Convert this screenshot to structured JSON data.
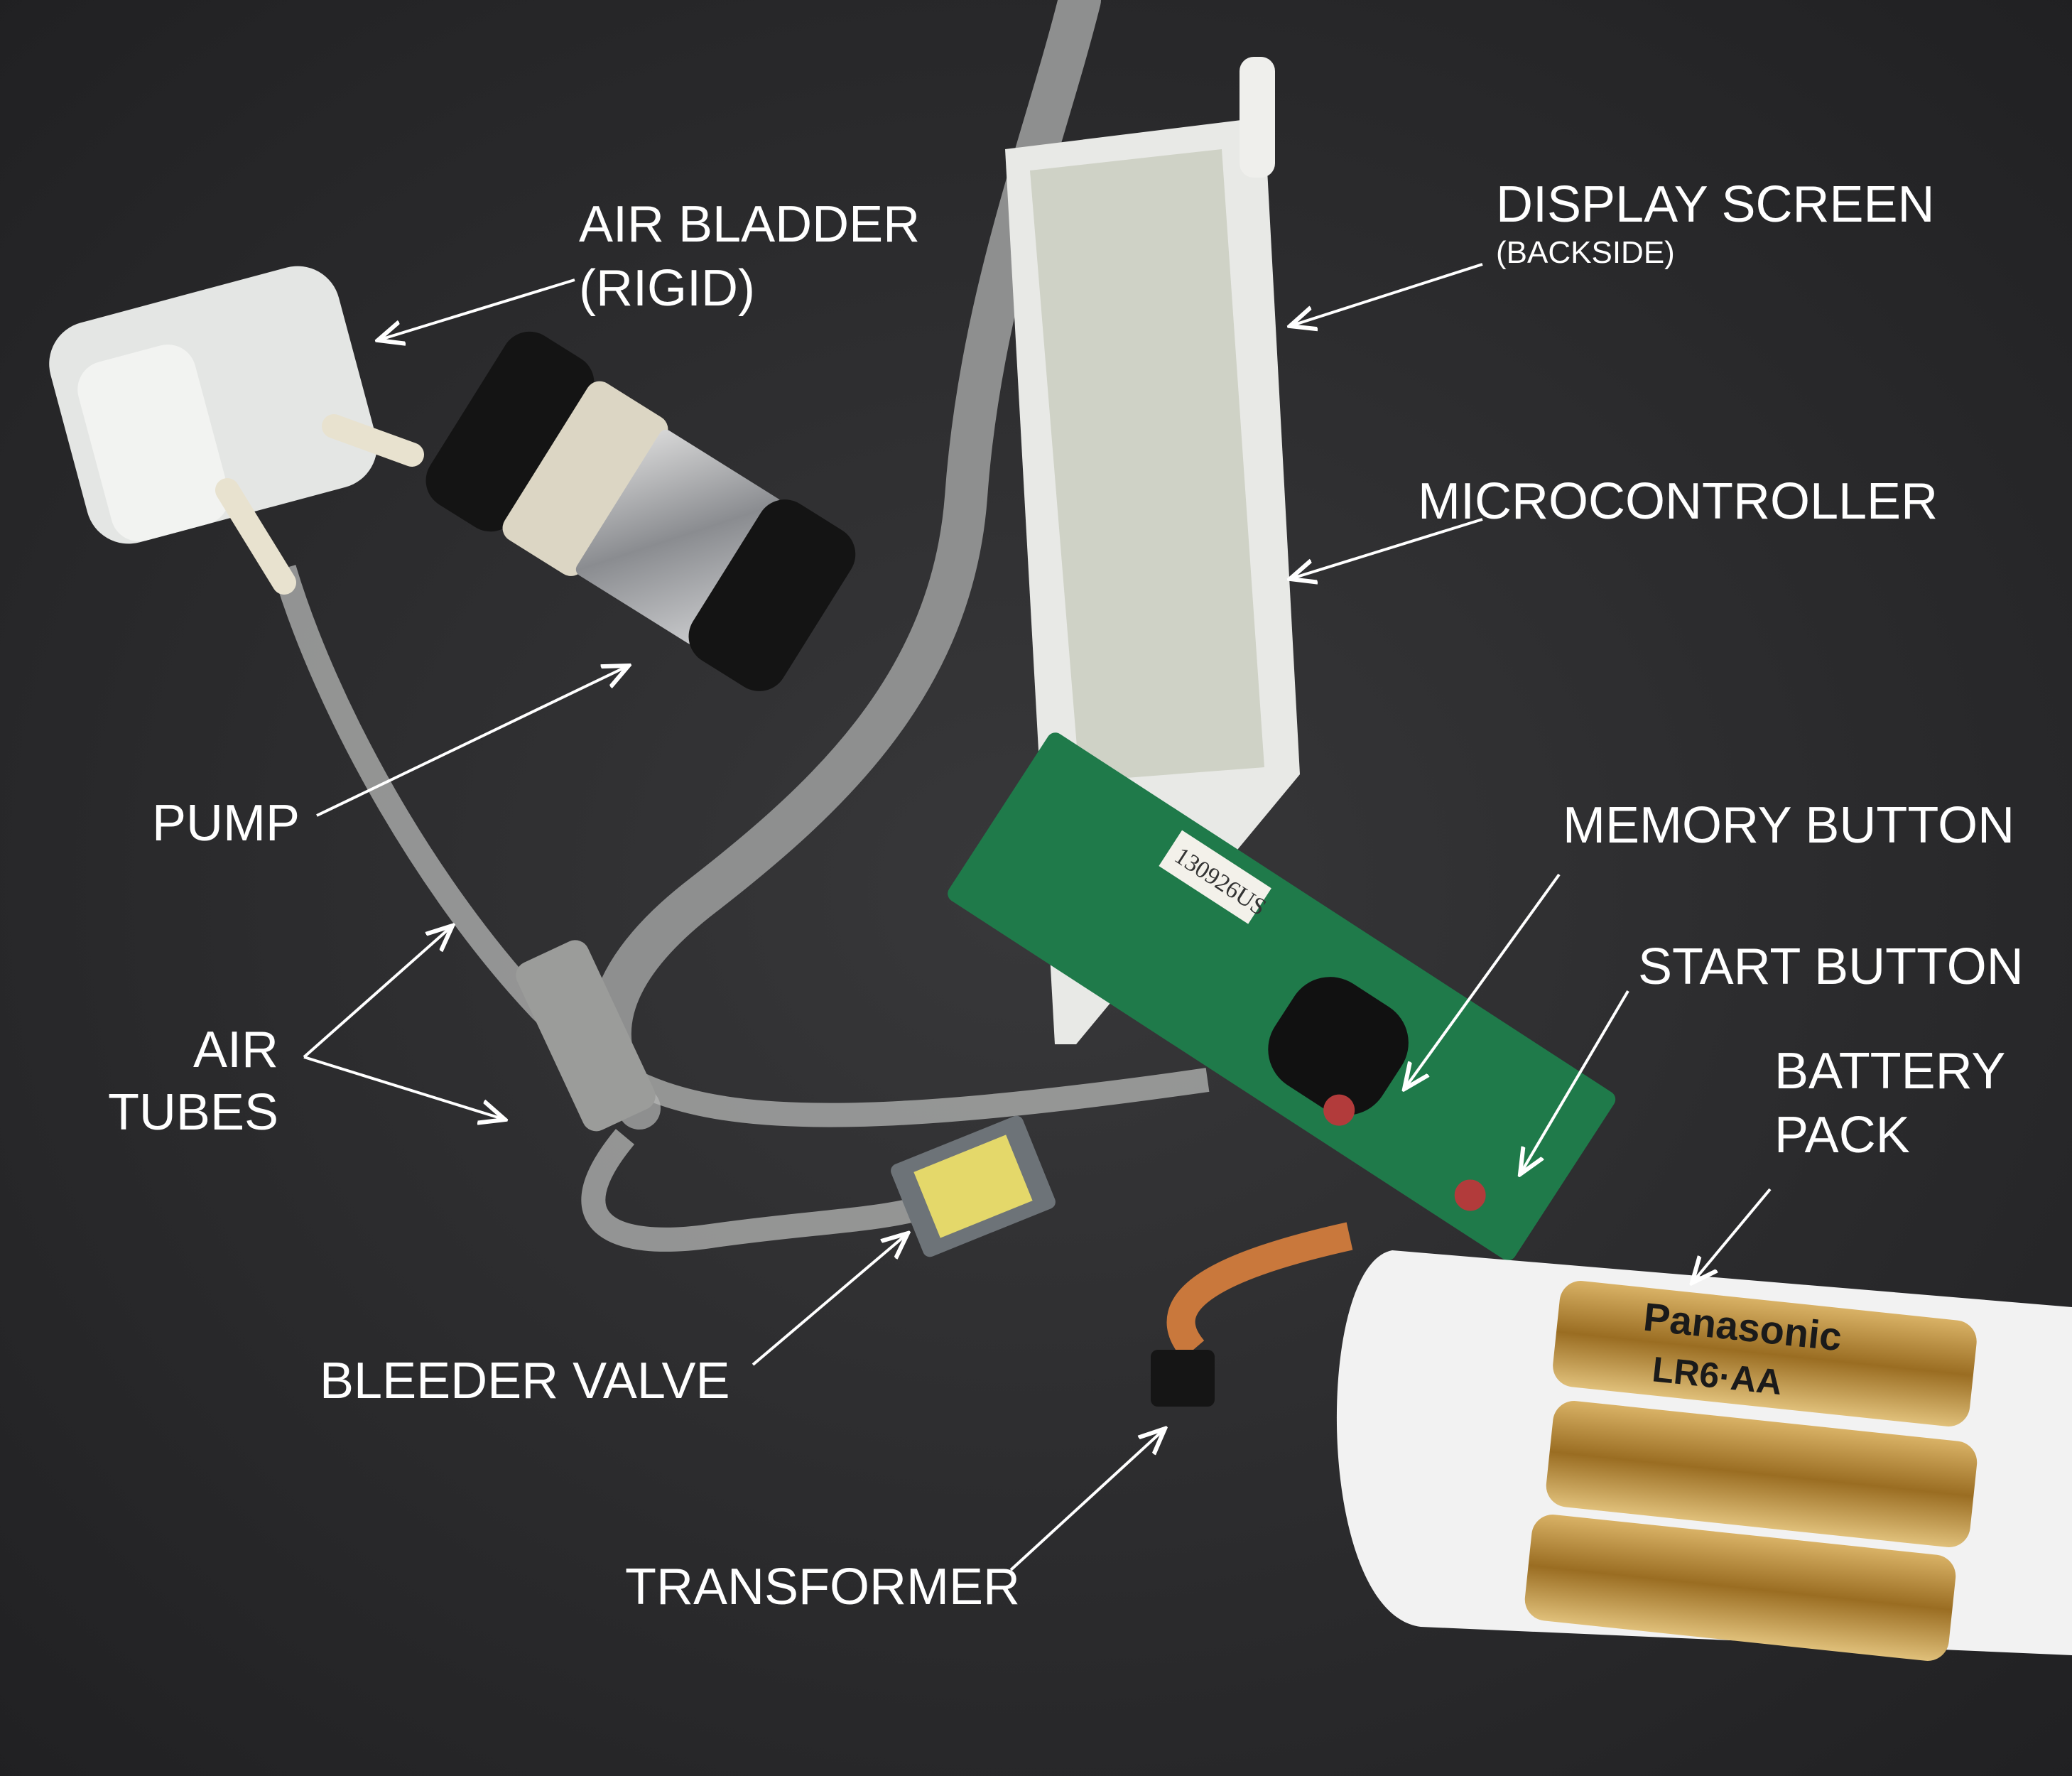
{
  "labels": {
    "air_bladder": [
      "AIR BLADDER",
      "(RIGID)"
    ],
    "display_screen": "DISPLAY SCREEN",
    "display_screen_note": "(BACKSIDE)",
    "microcontroller": "MICROCONTROLLER",
    "pump": "PUMP",
    "air_tubes": [
      "AIR",
      "TUBES"
    ],
    "memory_button": "MEMORY BUTTON",
    "start_button": "START BUTTON",
    "battery_pack": [
      "BATTERY",
      "PACK"
    ],
    "bleeder_valve": "BLEEDER VALVE",
    "transformer": "TRANSFORMER"
  },
  "photo_text": {
    "pcb_sticker": "130926US",
    "battery_brand": "Panasonic",
    "battery_model": "LR6·AA"
  },
  "colors": {
    "background": "#2b2b2d",
    "label_text": "#ffffff",
    "pcb_green": "#1f7a4a",
    "tube_gray": "#8e8f8f",
    "battery_gold": "#b8892f"
  }
}
